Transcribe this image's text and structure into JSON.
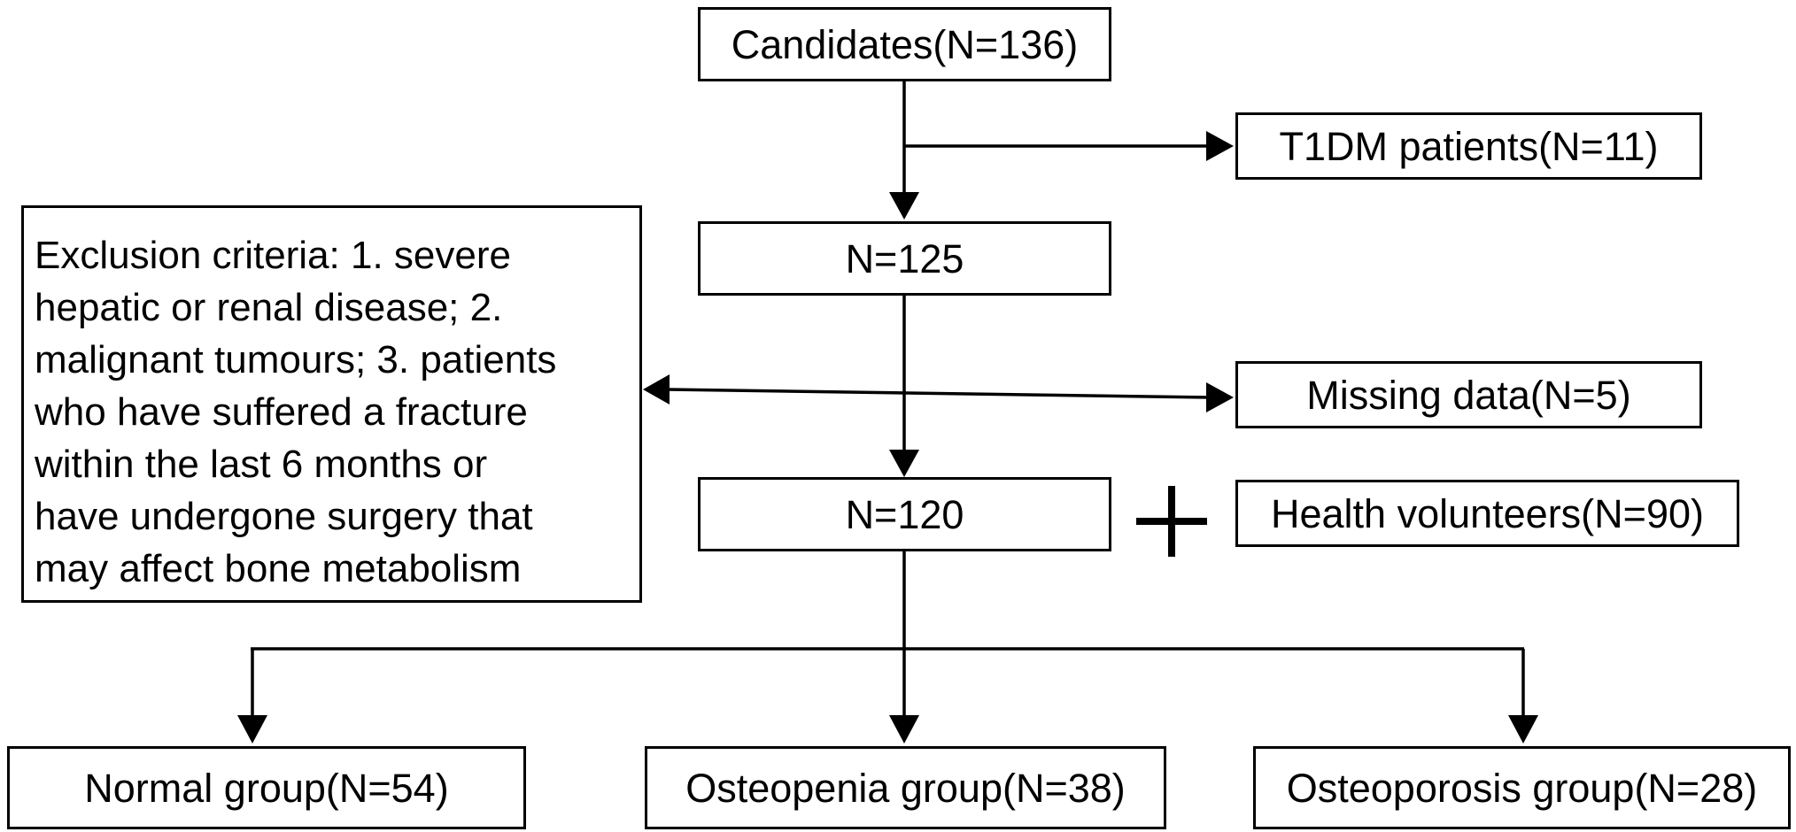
{
  "boxes": {
    "candidates": "Candidates(N=136)",
    "t1dm": "T1DM patients(N=11)",
    "n125": "N=125",
    "missing": "Missing data(N=5)",
    "n120": "N=120",
    "healthy": "Health volunteers(N=90)",
    "normal": "Normal group(N=54)",
    "osteopenia": "Osteopenia group(N=38)",
    "osteoporosis": "Osteoporosis group(N=28)"
  },
  "exclusion": {
    "lines": [
      "Exclusion criteria: 1. severe",
      "hepatic or renal disease; 2.",
      "malignant tumours; 3. patients",
      "who have suffered a fracture",
      "within the last 6 months or",
      "have undergone surgery that",
      "may affect bone metabolism"
    ]
  },
  "colors": {
    "stroke": "#000000",
    "background": "#ffffff"
  }
}
